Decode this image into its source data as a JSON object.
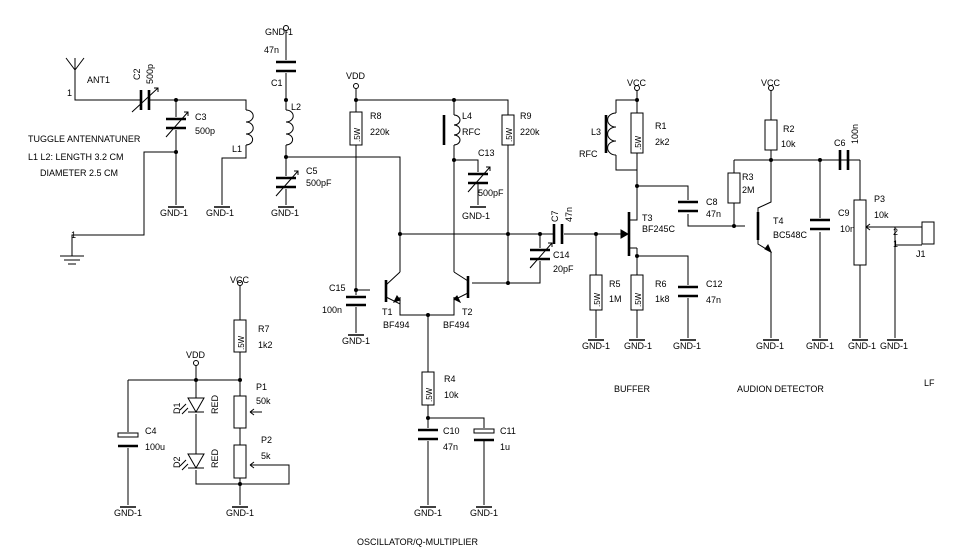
{
  "notes": {
    "tuner": "TUGGLE ANTENNATUNER",
    "coil_length": "L1 L2: LENGTH 3.2 CM",
    "coil_diameter": "DIAMETER 2.5 CM"
  },
  "sections": {
    "oscillator": "OSCILLATOR/Q-MULTIPLIER",
    "buffer": "BUFFER",
    "detector": "AUDION DETECTOR",
    "lf": "LF"
  },
  "nets": {
    "gnd": "GND-1",
    "vdd": "VDD",
    "vcc": "VCC"
  },
  "components": {
    "ANT1": {
      "ref": "ANT1"
    },
    "C1": {
      "ref": "C1",
      "value": "47n"
    },
    "C2": {
      "ref": "C2",
      "value": "500p"
    },
    "C3": {
      "ref": "C3",
      "value": "500p"
    },
    "C4": {
      "ref": "C4",
      "value": "100u"
    },
    "C5": {
      "ref": "C5",
      "value": "500pF"
    },
    "C6": {
      "ref": "C6",
      "value": "100n"
    },
    "C7": {
      "ref": "C7",
      "value": "47n"
    },
    "C8": {
      "ref": "C8",
      "value": "47n"
    },
    "C9": {
      "ref": "C9",
      "value": "10n"
    },
    "C10": {
      "ref": "C10",
      "value": "47n"
    },
    "C11": {
      "ref": "C11",
      "value": "1u"
    },
    "C12": {
      "ref": "C12",
      "value": "47n"
    },
    "C13": {
      "ref": "C13",
      "value": "500pF"
    },
    "C14": {
      "ref": "C14",
      "value": "20pF"
    },
    "C15": {
      "ref": "C15",
      "value": "100n"
    },
    "R1": {
      "ref": "R1",
      "value": "2k2",
      "power": ".5W"
    },
    "R2": {
      "ref": "R2",
      "value": "10k"
    },
    "R3": {
      "ref": "R3",
      "value": "2M"
    },
    "R4": {
      "ref": "R4",
      "value": "10k",
      "power": ".5W"
    },
    "R5": {
      "ref": "R5",
      "value": "1M",
      "power": ".5W"
    },
    "R6": {
      "ref": "R6",
      "value": "1k8",
      "power": ".5W"
    },
    "R7": {
      "ref": "R7",
      "value": "1k2",
      "power": ".5W"
    },
    "R8": {
      "ref": "R8",
      "value": "220k",
      "power": ".5W"
    },
    "R9": {
      "ref": "R9",
      "value": "220k",
      "power": ".5W"
    },
    "P1": {
      "ref": "P1",
      "value": "50k"
    },
    "P2": {
      "ref": "P2",
      "value": "5k"
    },
    "P3": {
      "ref": "P3",
      "value": "10k"
    },
    "L1": {
      "ref": "L1"
    },
    "L2": {
      "ref": "L2"
    },
    "L3": {
      "ref": "L3",
      "value": "RFC"
    },
    "L4": {
      "ref": "L4",
      "value": "RFC"
    },
    "D1": {
      "ref": "D1",
      "value": "RED"
    },
    "D2": {
      "ref": "D2",
      "value": "RED"
    },
    "T1": {
      "ref": "T1",
      "value": "BF494"
    },
    "T2": {
      "ref": "T2",
      "value": "BF494"
    },
    "T3": {
      "ref": "T3",
      "value": "BF245C"
    },
    "T4": {
      "ref": "T4",
      "value": "BC548C"
    },
    "J1": {
      "ref": "J1",
      "pin1": "1",
      "pin2": "2"
    }
  },
  "pin_labels": {
    "ant1_pin": "1",
    "gnd_pin": "1"
  }
}
